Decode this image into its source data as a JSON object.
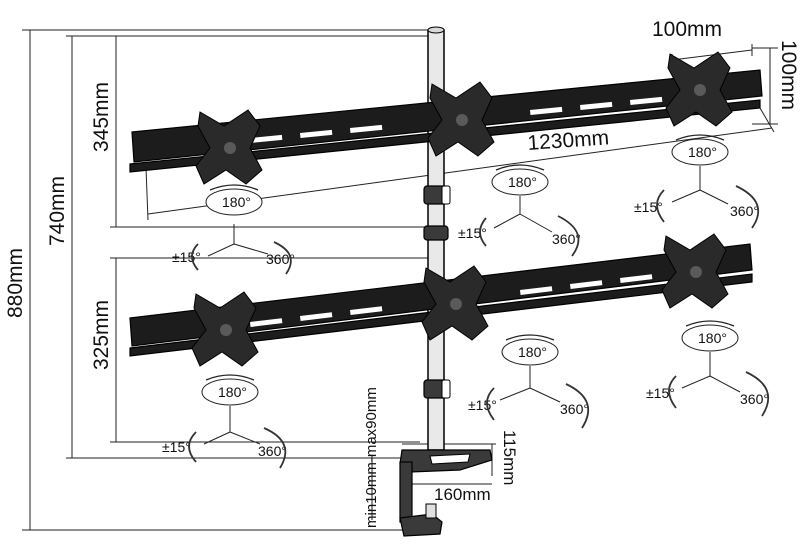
{
  "dimensions": {
    "vesa_width": "100mm",
    "vesa_height": "100mm",
    "bar_length": "1230mm",
    "top_height": "345mm",
    "bottom_height": "325mm",
    "mid_height": "740mm",
    "total_height": "880mm",
    "clamp_range": "min10mm-max90mm",
    "base_height": "115mm",
    "base_depth": "160mm"
  },
  "rotation": {
    "tilt": "180°",
    "swivel": "±15°",
    "rotate": "360°"
  }
}
